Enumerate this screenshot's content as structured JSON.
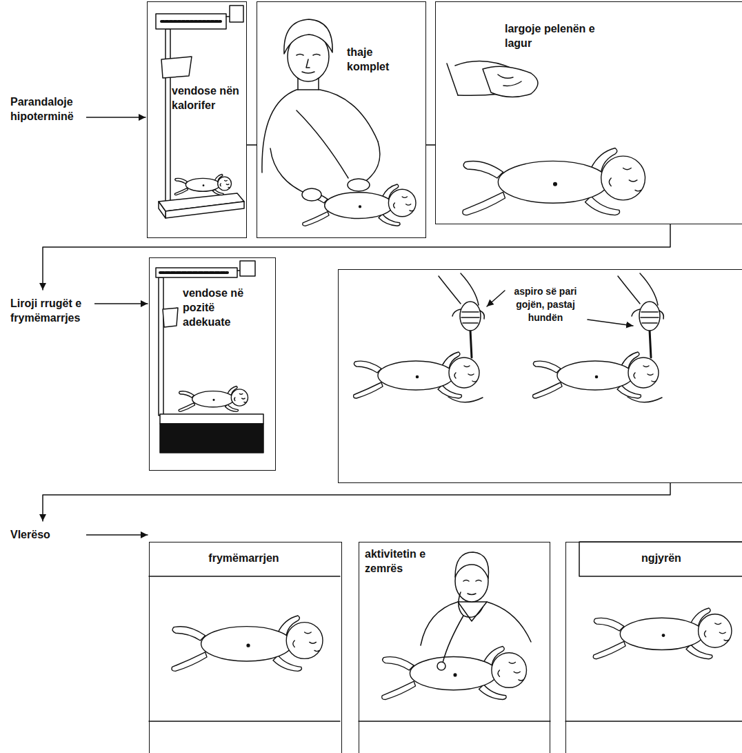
{
  "diagram": {
    "nodes": [
      {
        "text": [
          "vendose nën kalorifer"
        ]
      },
      {
        "text": [
          "thaje komplet"
        ]
      },
      {
        "text": [
          "largoje pelenën e lagur"
        ]
      },
      {
        "text": [
          "vendose në pozitë adekuate"
        ]
      },
      {
        "text": [
          "aspiro së pari gojën, pastaj hundën"
        ]
      },
      {
        "text": [
          "frymëmarrjen"
        ]
      },
      {
        "text": [
          "aktivitetin e zemrës"
        ]
      },
      {
        "text": [
          "ngjyrën"
        ]
      }
    ],
    "edges": [
      {
        "from": 0,
        "to": 1,
        "arrow": "none"
      },
      {
        "from": 1,
        "to": 2,
        "arrow": "none"
      }
    ],
    "labels": [
      "Parandaloje hipoterminë",
      "Liroji rrugët e frymëmarrjes",
      "Vlerëso"
    ]
  }
}
